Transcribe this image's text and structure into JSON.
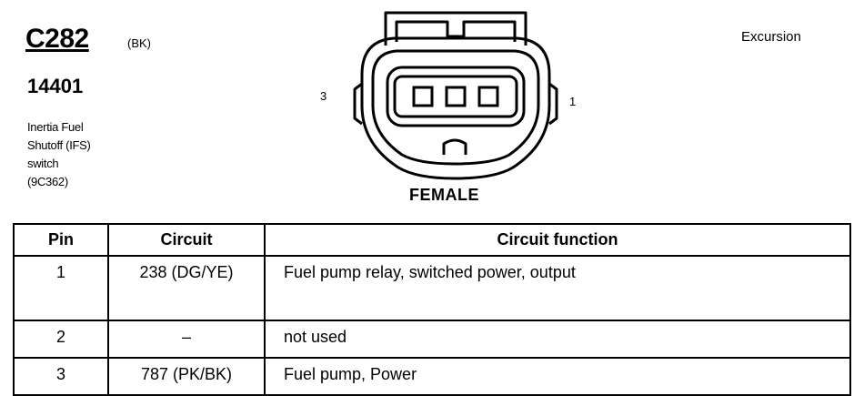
{
  "header": {
    "connector_id": "C282",
    "connector_color": "(BK)",
    "part_number": "14401",
    "description": [
      "Inertia Fuel",
      "Shutoff (IFS)",
      "switch",
      "(9C362)"
    ],
    "vehicle": "Excursion"
  },
  "connector": {
    "pin_left": "3",
    "pin_right": "1",
    "gender": "FEMALE",
    "cavities": 3
  },
  "table": {
    "headers": [
      "Pin",
      "Circuit",
      "Circuit function"
    ],
    "rows": [
      {
        "pin": "1",
        "circuit": "238 (DG/YE)",
        "function": "Fuel pump relay, switched power, output"
      },
      {
        "pin": "2",
        "circuit": "–",
        "function": "not used"
      },
      {
        "pin": "3",
        "circuit": "787 (PK/BK)",
        "function": "Fuel pump, Power"
      }
    ]
  }
}
